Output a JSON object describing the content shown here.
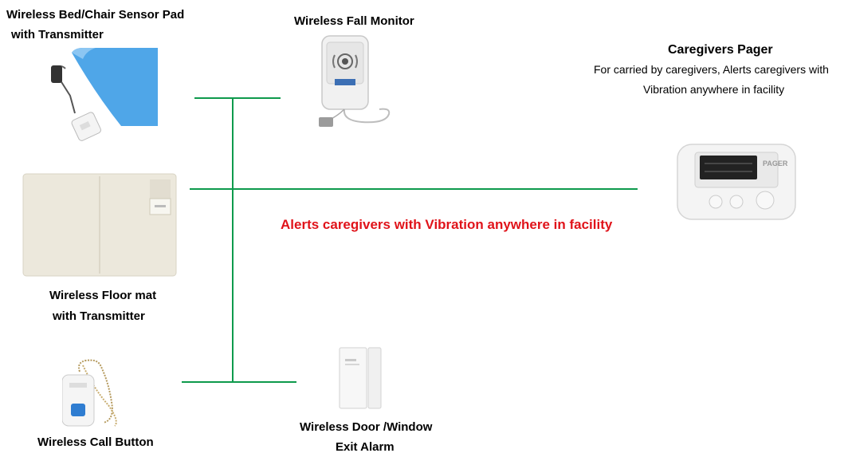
{
  "labels": {
    "bed_sensor_line1": "Wireless Bed/Chair Sensor Pad",
    "bed_sensor_line2": "with Transmitter",
    "fall_monitor": "Wireless Fall Monitor",
    "floor_mat_line1": "Wireless Floor mat",
    "floor_mat_line2": "with Transmitter",
    "call_button": "Wireless Call Button",
    "door_alarm_line1": "Wireless Door /Window",
    "door_alarm_line2": "Exit Alarm",
    "pager_title": "Caregivers Pager",
    "pager_desc_line1": "For carried by caregivers, Alerts caregivers with",
    "pager_desc_line2": "Vibration anywhere in facility",
    "center_message": "Alerts caregivers with Vibration anywhere in facility"
  },
  "devices": {
    "pager_screen_text": "PAGER"
  },
  "colors": {
    "connector": "#0e9a4c",
    "alert_text": "#e0131a",
    "sensor_pad": "#4fa6e8",
    "floor_mat": "#ece8dc"
  }
}
